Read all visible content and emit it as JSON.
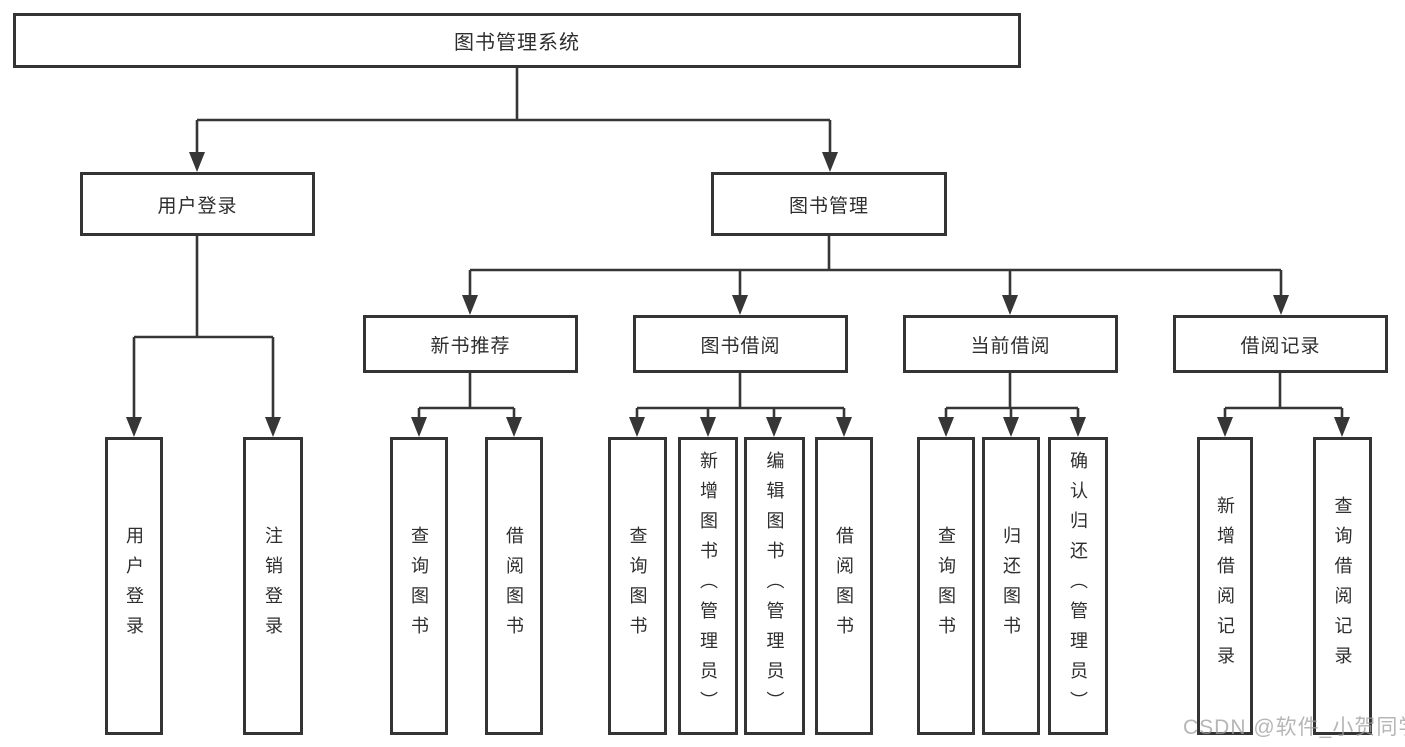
{
  "diagram": {
    "title_node": {
      "label": "图书管理系统"
    },
    "level2": {
      "user_login": {
        "label": "用户登录"
      },
      "book_mgmt": {
        "label": "图书管理"
      }
    },
    "level3": {
      "new_book_rec": {
        "label": "新书推荐"
      },
      "book_borrow": {
        "label": "图书借阅"
      },
      "current_borrow": {
        "label": "当前借阅"
      },
      "borrow_records": {
        "label": "借阅记录"
      }
    },
    "leaves": {
      "user_login": {
        "label": "用户登录"
      },
      "logout": {
        "label": "注销登录"
      },
      "rec_query_books": {
        "label": "查询图书"
      },
      "rec_borrow_books": {
        "label": "借阅图书"
      },
      "bb_query_books": {
        "label": "查询图书"
      },
      "bb_add_books": {
        "label": "新增图书（管理员）"
      },
      "bb_edit_books": {
        "label": "编辑图书（管理员）"
      },
      "bb_borrow_books": {
        "label": "借阅图书"
      },
      "cb_query_books": {
        "label": "查询图书"
      },
      "cb_return_books": {
        "label": "归还图书"
      },
      "cb_confirm_return": {
        "label": "确认归还（管理员）"
      },
      "br_add_record": {
        "label": "新增借阅记录"
      },
      "br_query_record": {
        "label": "查询借阅记录"
      }
    },
    "watermark": {
      "text": "CSDN @软件_小贺同学"
    },
    "colors": {
      "line": "#363636",
      "border": "#343434",
      "text": "#2e2e2e",
      "watermark": "#9e9e9e",
      "background": "#ffffff"
    }
  }
}
